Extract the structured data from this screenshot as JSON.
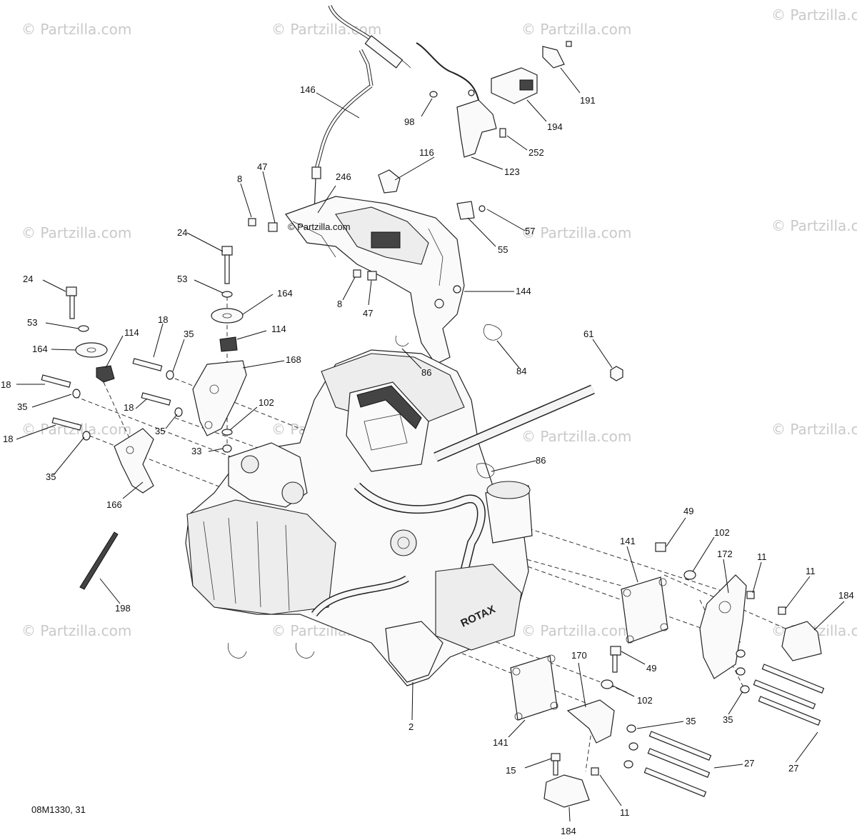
{
  "diagram": {
    "watermark_text": "© Partzilla.com",
    "center_watermark_text": "© Partzilla.com",
    "drawing_code": "08M1330, 31",
    "engine_brand_text": "ROTAX",
    "callouts": {
      "c146": "146",
      "c98": "98",
      "c194": "194",
      "c191": "191",
      "c252": "252",
      "c123": "123",
      "c116": "116",
      "c47a": "47",
      "c8a": "8",
      "c246": "246",
      "c57": "57",
      "c55": "55",
      "c24a": "24",
      "c53a": "53",
      "c164a": "164",
      "c114a": "114",
      "c24b": "24",
      "c53b": "53",
      "c164b": "164",
      "c114b": "114",
      "c144": "144",
      "c8b": "8",
      "c47b": "47",
      "c61": "61",
      "c86a": "86",
      "c84": "84",
      "c18a": "18",
      "c35a": "35",
      "c168": "168",
      "c18b": "18",
      "c35b": "35",
      "c18c": "18",
      "c35c": "35",
      "c18d": "18",
      "c35d": "35",
      "c102a": "102",
      "c33": "33",
      "c166": "166",
      "c86b": "86",
      "c49a": "49",
      "c102b": "102",
      "c141a": "141",
      "c172": "172",
      "c11a": "11",
      "c11b": "11",
      "c184a": "184",
      "c198": "198",
      "c170": "170",
      "c49b": "49",
      "c102c": "102",
      "c35e": "35",
      "c35f": "35",
      "c2": "2",
      "c141b": "141",
      "c27a": "27",
      "c27b": "27",
      "c15": "15",
      "c11c": "11",
      "c184b": "184"
    }
  }
}
